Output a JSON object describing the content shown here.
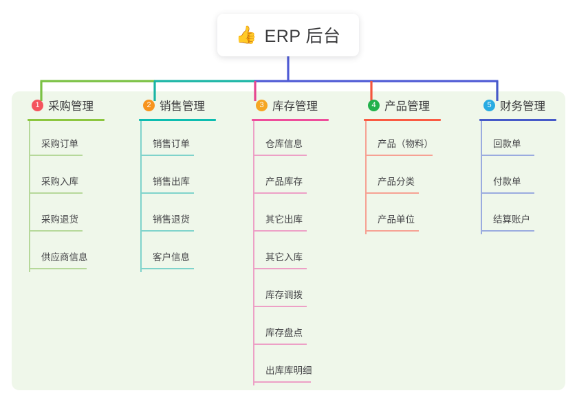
{
  "diagram": {
    "type": "mind-map",
    "title": "ERP 后台",
    "canvas_background": "#ffffff",
    "panel_background": "#eff7ea",
    "root": {
      "icon": "thumbs-up-icon",
      "emoji": "👍",
      "label": "ERP 后台"
    },
    "trunk_color": "#4f5bd5",
    "branches": [
      {
        "number": "1",
        "label": "采购管理",
        "badge_color": "#f4545e",
        "line_color": "#7ac143",
        "rule_color": "#8cc63f",
        "leaf_line_color": "#b6d89a",
        "items": [
          {
            "label": "采购订单"
          },
          {
            "label": "采购入库"
          },
          {
            "label": "采购退货"
          },
          {
            "label": "供应商信息"
          }
        ]
      },
      {
        "number": "2",
        "label": "销售管理",
        "badge_color": "#f7941e",
        "line_color": "#19b5a5",
        "rule_color": "#0dbdb0",
        "leaf_line_color": "#7fd3cb",
        "items": [
          {
            "label": "销售订单"
          },
          {
            "label": "销售出库"
          },
          {
            "label": "销售退货"
          },
          {
            "label": "客户信息"
          }
        ]
      },
      {
        "number": "3",
        "label": "库存管理",
        "badge_color": "#f5a623",
        "line_color": "#e6458f",
        "rule_color": "#ee4d9b",
        "leaf_line_color": "#eda0c6",
        "items": [
          {
            "label": "仓库信息"
          },
          {
            "label": "产品库存"
          },
          {
            "label": "其它出库"
          },
          {
            "label": "其它入库"
          },
          {
            "label": "库存调拨"
          },
          {
            "label": "库存盘点"
          },
          {
            "label": "出库库明细"
          }
        ]
      },
      {
        "number": "4",
        "label": "产品管理",
        "badge_color": "#22b14c",
        "line_color": "#f4543c",
        "rule_color": "#fa5a42",
        "leaf_line_color": "#f6a193",
        "items": [
          {
            "label": "产品（物料）"
          },
          {
            "label": "产品分类"
          },
          {
            "label": "产品单位"
          }
        ]
      },
      {
        "number": "5",
        "label": "财务管理",
        "badge_color": "#29abe2",
        "line_color": "#4659c8",
        "rule_color": "#4659c8",
        "leaf_line_color": "#9aabdf",
        "items": [
          {
            "label": "回款单"
          },
          {
            "label": "付款单"
          },
          {
            "label": "结算账户"
          }
        ]
      }
    ]
  }
}
